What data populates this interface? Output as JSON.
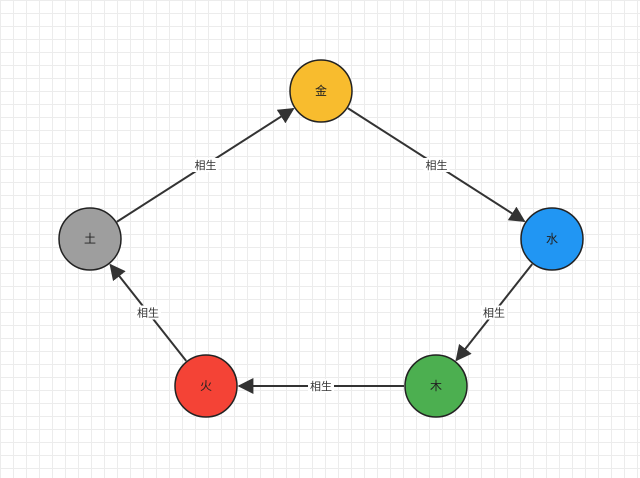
{
  "nodes": [
    {
      "id": "metal",
      "label": "金",
      "color": "#F8BC2E"
    },
    {
      "id": "water",
      "label": "水",
      "color": "#2196F3"
    },
    {
      "id": "wood",
      "label": "木",
      "color": "#4CAF50"
    },
    {
      "id": "fire",
      "label": "火",
      "color": "#F44336"
    },
    {
      "id": "earth",
      "label": "土",
      "color": "#9E9E9E"
    }
  ],
  "edges": [
    {
      "from": "earth",
      "to": "metal",
      "label": "相生"
    },
    {
      "from": "metal",
      "to": "water",
      "label": "相生"
    },
    {
      "from": "water",
      "to": "wood",
      "label": "相生"
    },
    {
      "from": "wood",
      "to": "fire",
      "label": "相生"
    },
    {
      "from": "fire",
      "to": "earth",
      "label": "相生"
    }
  ]
}
